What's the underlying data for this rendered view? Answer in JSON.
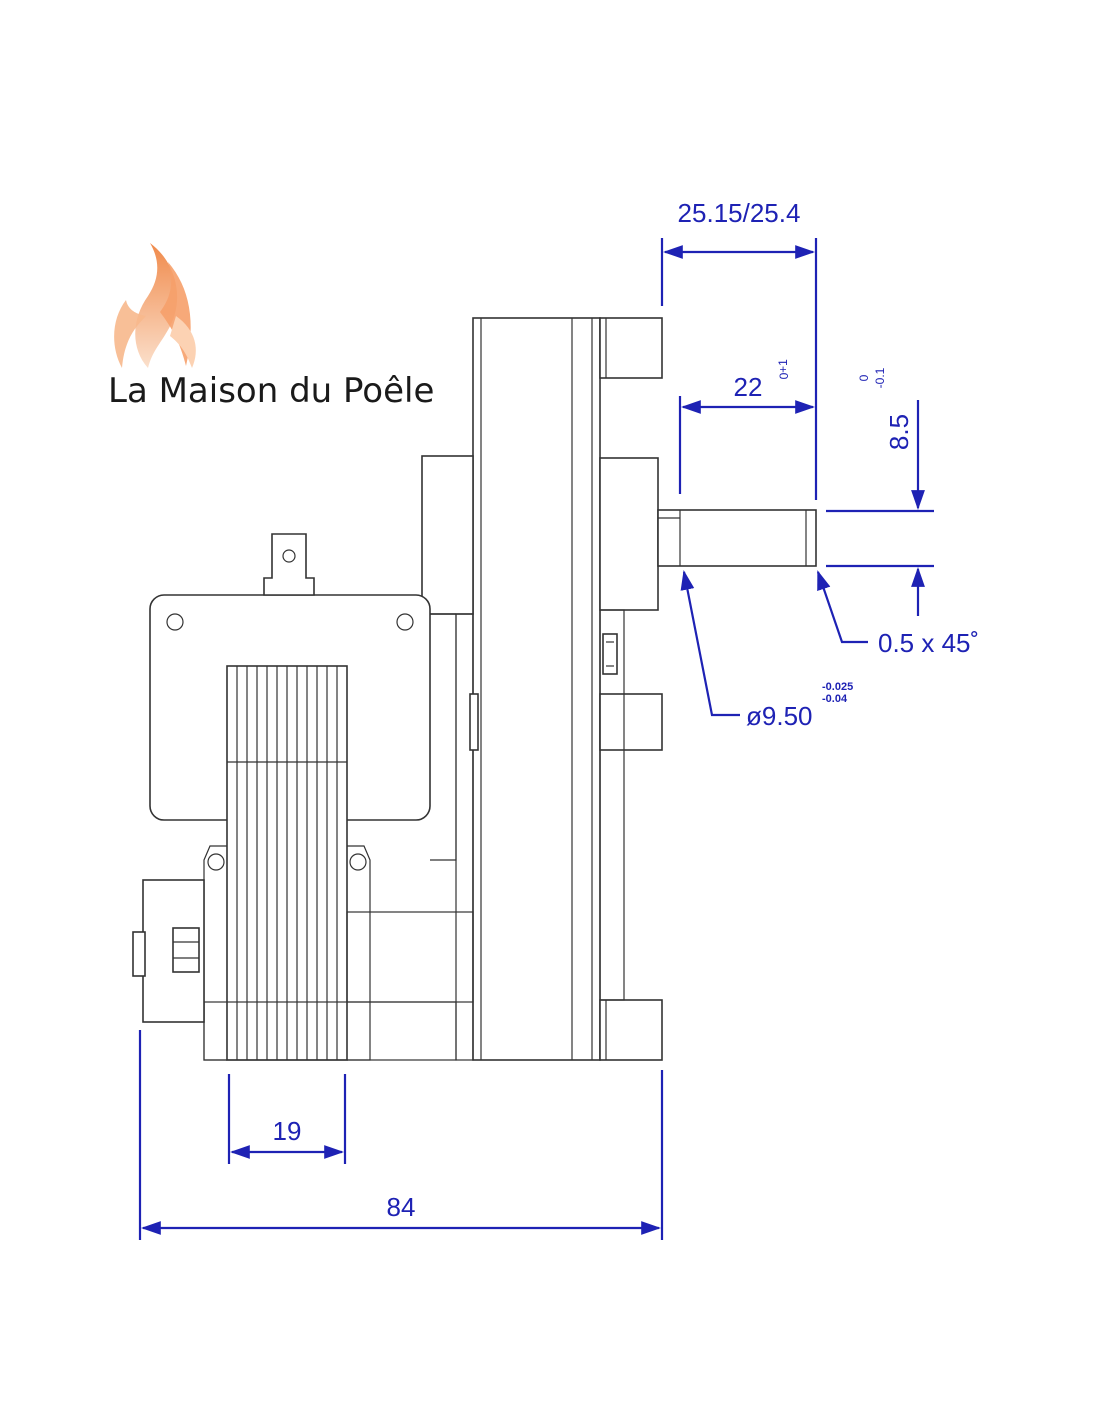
{
  "brand": {
    "name": "La Maison du Poêle",
    "logo_icon": "flame-icon",
    "flame_colors": [
      "#f7a26b",
      "#f08a4b",
      "#fcd2b3"
    ]
  },
  "colors": {
    "dimension": "#1e22b4",
    "outline": "#333333",
    "background": "#ffffff"
  },
  "dimensions": {
    "flange_depth": "25.15/25.4",
    "shaft_length": "22",
    "shaft_length_tol_upper": "+1",
    "shaft_length_tol_lower": "0",
    "flat_depth": "8.5",
    "flat_tol_upper": "0",
    "flat_tol_lower": "-0.1",
    "chamfer": "0.5  x  45˚",
    "shaft_diameter": "ø9.50",
    "shaft_diameter_tol_upper": "-0.025",
    "shaft_diameter_tol_lower": "-0.04",
    "coil_width": "19",
    "overall_width": "84"
  }
}
